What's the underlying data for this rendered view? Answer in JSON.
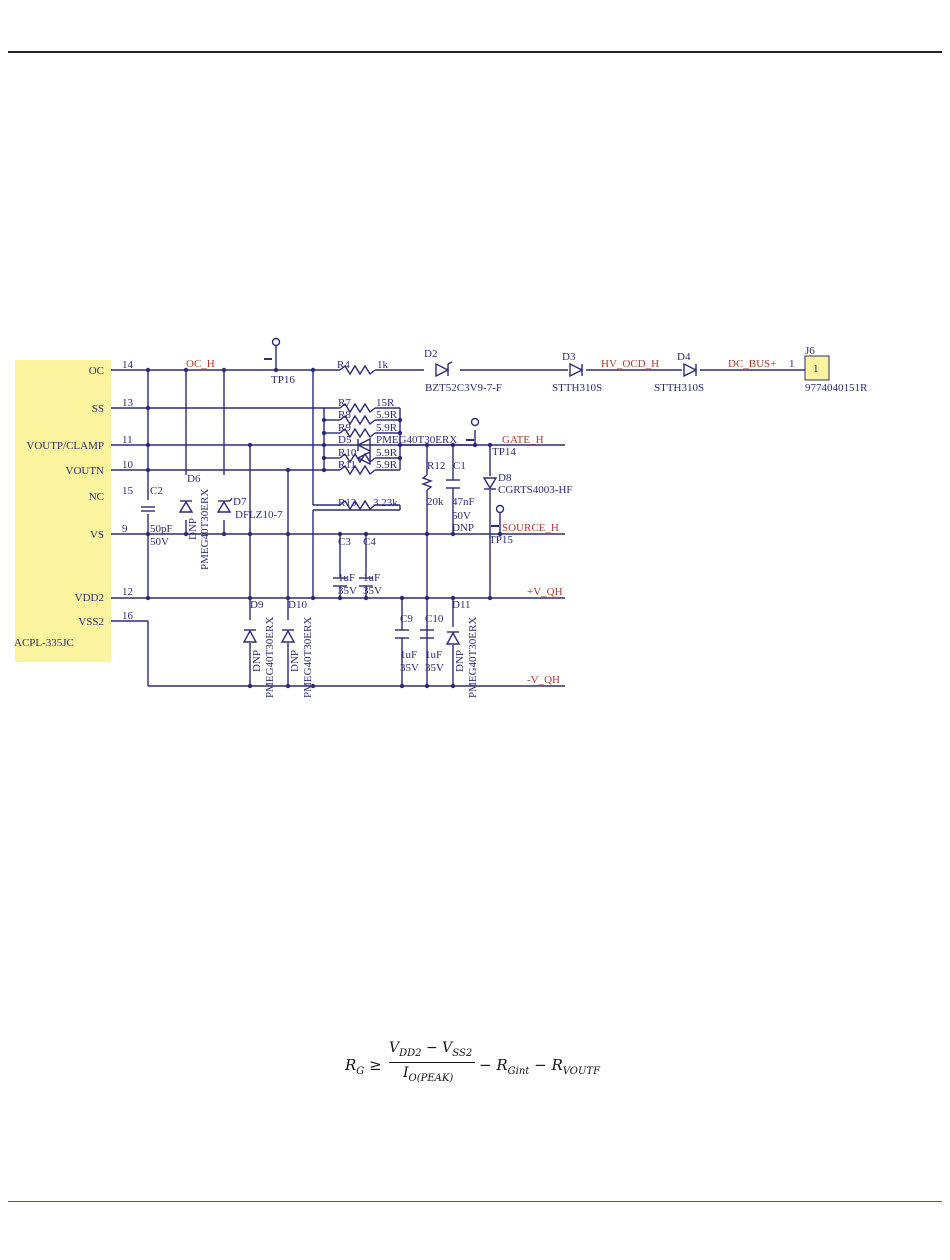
{
  "ic": {
    "name": "ACPL-335JC",
    "pins": [
      {
        "label": "OC",
        "num": "14"
      },
      {
        "label": "SS",
        "num": "13"
      },
      {
        "label": "VOUTP/CLAMP",
        "num": "11"
      },
      {
        "label": "VOUTN",
        "num": "10"
      },
      {
        "label": "NC",
        "num": "15"
      },
      {
        "label": "VS",
        "num": "9"
      },
      {
        "label": "VDD2",
        "num": "12"
      },
      {
        "label": "VSS2",
        "num": "16"
      }
    ]
  },
  "nets": {
    "oc_h": "OC_H",
    "gate_h": "GATE_H",
    "source_h": "SOURCE_H",
    "vqh_pos": "+V_QH",
    "vqh_neg": "-V_QH",
    "hv_ocd": "HV_OCD_H",
    "dc_bus": "DC_BUS+"
  },
  "parts": {
    "r4": "R4",
    "r4v": "1k",
    "d2": "D2",
    "d2v": "BZT52C3V9-7-F",
    "d3": "D3",
    "d3v": "STTH310S",
    "d4": "D4",
    "d4v": "STTH310S",
    "j6": "J6",
    "j6pin": "1",
    "j6num": "1",
    "j6v": "9774040151R",
    "tp16": "TP16",
    "tp14": "TP14",
    "tp15": "TP15",
    "r7": "R7",
    "r7v": "15R",
    "r8": "R8",
    "r8v": "5.9R",
    "r9": "R9",
    "r9v": "5.9R",
    "d5": "D5",
    "d5v": "PMEG40T30ERX",
    "r10": "R10",
    "r10v": "5.9R",
    "r11": "R11",
    "r11v": "5.9R",
    "r13": "R13",
    "r13v": "3.23k",
    "r12": "R12",
    "r12v": "20k",
    "c1": "C1",
    "c1v": "47nF",
    "c1v2": "50V",
    "dnp": "DNP",
    "d8": "D8",
    "d8v": "CGRTS4003-HF",
    "c2": "C2",
    "c2v": "50pF",
    "c2v2": "50V",
    "d6": "D6",
    "d6v": "PMEG40T30ERX",
    "d7": "D7",
    "d7v": "DFLZ10-7",
    "c3": "C3",
    "c4": "C4",
    "c9": "C9",
    "c10": "C10",
    "cap1u": "1uF",
    "cap35": "35V",
    "d9": "D9",
    "d10": "D10",
    "d11": "D11",
    "pmeg": "PMEG40T30ERX"
  },
  "formula": {
    "lhs": "R",
    "lhs_sub": "G",
    "ge": "≥",
    "num_a": "V",
    "num_a_sub": "DD2",
    "minus": "−",
    "num_b": "V",
    "num_b_sub": "SS2",
    "den": "I",
    "den_sub": "O(PEAK)",
    "t1": "R",
    "t1_sub": "Gint",
    "t2": "R",
    "t2_sub": "VOUTF"
  }
}
